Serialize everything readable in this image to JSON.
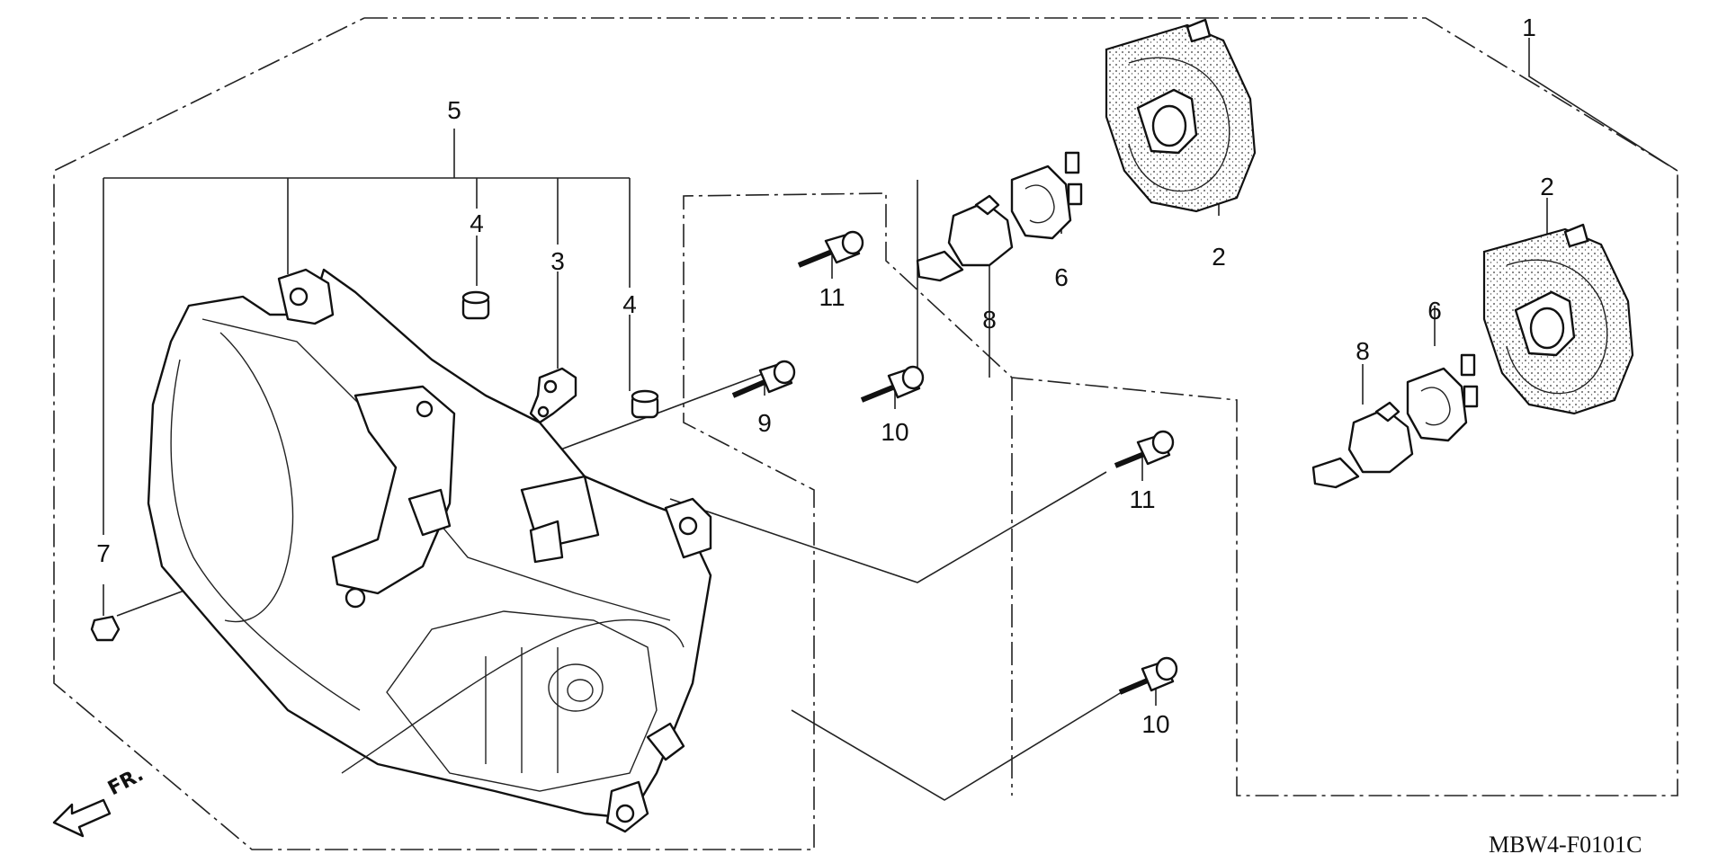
{
  "diagram_code": "MBW4-F0101C",
  "front_indicator": "FR.",
  "callouts": {
    "c1": "1",
    "c2a": "2",
    "c2b": "2",
    "c3": "3",
    "c4a": "4",
    "c4b": "4",
    "c5": "5",
    "c6a": "6",
    "c6b": "6",
    "c7": "7",
    "c8a": "8",
    "c8b": "8",
    "c9": "9",
    "c10a": "10",
    "c10b": "10",
    "c11a": "11",
    "c11b": "11"
  }
}
